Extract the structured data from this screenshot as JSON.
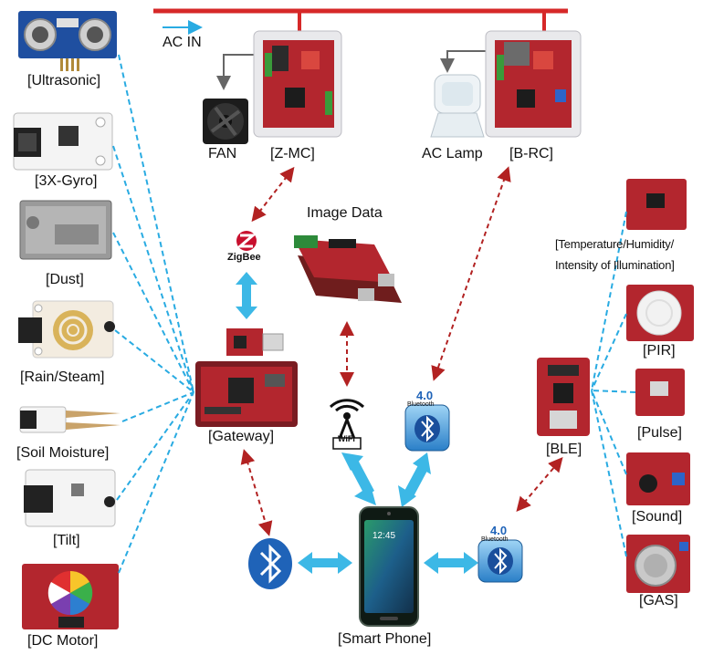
{
  "labels": {
    "ac_in": "AC IN",
    "fan": "FAN",
    "zmc": "[Z-MC]",
    "ac_lamp": "AC Lamp",
    "brc": "[B-RC]",
    "image_data": "Image Data",
    "gateway": "[Gateway]",
    "ble": "[BLE]",
    "smart_phone": "[Smart Phone]",
    "zigbee": "ZigBee",
    "wifi": "WiFi",
    "bt40_a": "4.0",
    "bt40_b": "4.0",
    "bluetooth_word_a": "Bluetooth",
    "bluetooth_word_b": "Bluetooth",
    "phone_time": "12:45"
  },
  "left_sensors": [
    {
      "label": "[Ultrasonic]"
    },
    {
      "label": "[3X-Gyro]"
    },
    {
      "label": "[Dust]"
    },
    {
      "label": "[Rain/Steam]"
    },
    {
      "label": "[Soil Moisture]"
    },
    {
      "label": "[Tilt]"
    },
    {
      "label": "[DC Motor]"
    }
  ],
  "right_sensors": [
    {
      "label_line1": "[Temperature/Humidity/",
      "label_line2": "Intensity of Illumination]"
    },
    {
      "label": "[PIR]"
    },
    {
      "label": "[Pulse]"
    },
    {
      "label": "[Sound]"
    },
    {
      "label": "[GAS]"
    }
  ],
  "colors": {
    "power_line": "#d62828",
    "sensor_link": "#29abe2",
    "wireless_link": "#b22222",
    "thick_link": "#3cb8e6",
    "board_red": "#b3262e"
  }
}
